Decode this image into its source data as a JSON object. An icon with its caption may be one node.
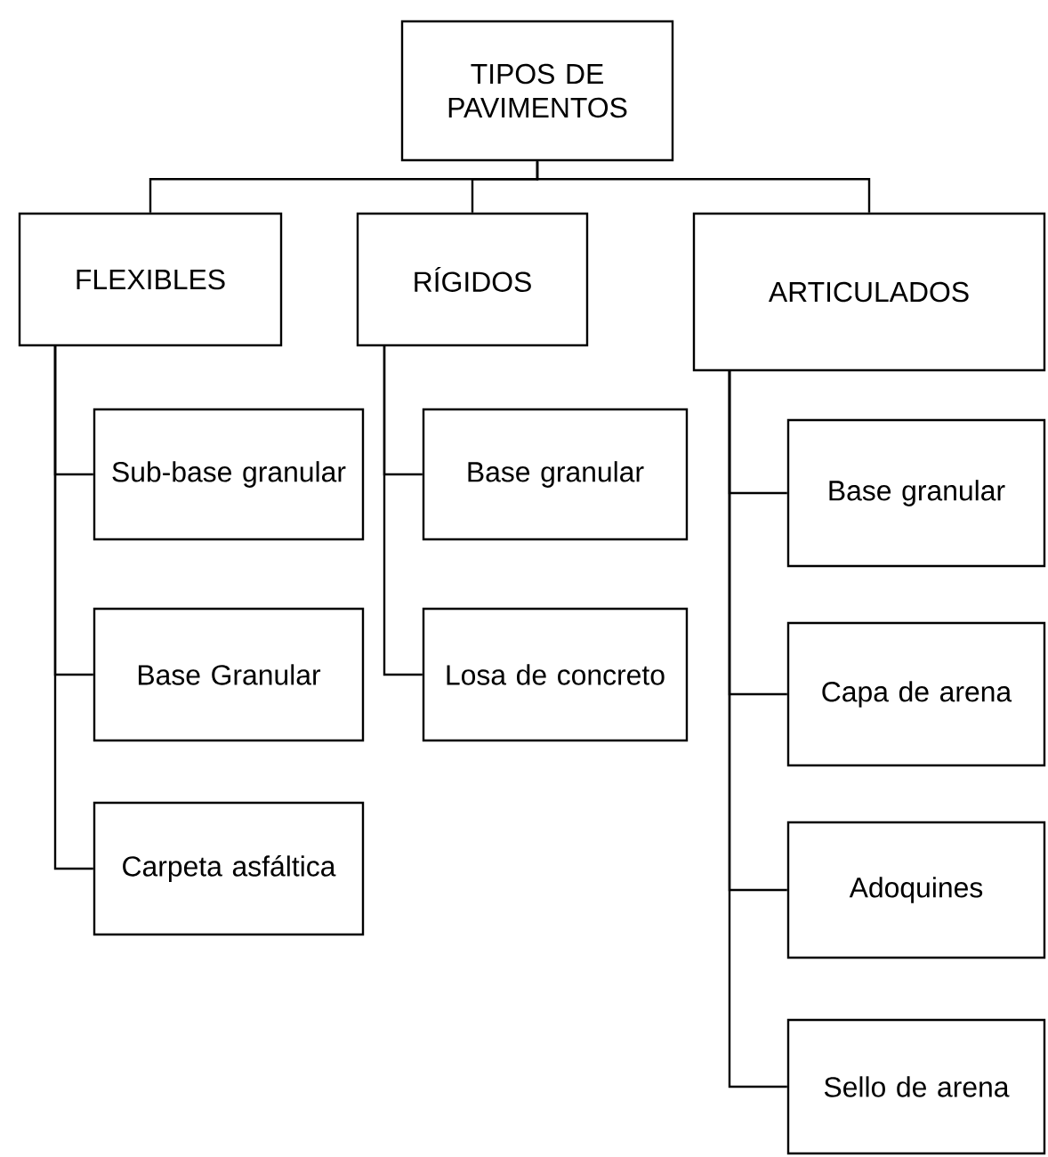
{
  "diagram": {
    "nodes": [
      {
        "text": [
          "TIPOS DE PAVIMENTOS"
        ]
      },
      {
        "text": [
          "FLEXIBLES"
        ]
      },
      {
        "text": [
          "RÍGIDOS"
        ]
      },
      {
        "text": [
          "ARTICULADOS"
        ]
      },
      {
        "text": [
          "Sub-base granular"
        ]
      },
      {
        "text": [
          "Base Granular"
        ]
      },
      {
        "text": [
          "Carpeta asfáltica"
        ]
      },
      {
        "text": [
          "Base granular"
        ]
      },
      {
        "text": [
          "Losa de concreto"
        ]
      },
      {
        "text": [
          "Base granular"
        ]
      },
      {
        "text": [
          "Capa de arena"
        ]
      },
      {
        "text": [
          "Adoquines"
        ]
      },
      {
        "text": [
          "Sello de arena"
        ]
      }
    ],
    "edges": [
      {
        "from": 0,
        "to": 1,
        "arrow": "none"
      },
      {
        "from": 0,
        "to": 2,
        "arrow": "none"
      },
      {
        "from": 0,
        "to": 3,
        "arrow": "none"
      },
      {
        "from": 1,
        "to": 4,
        "arrow": "none"
      },
      {
        "from": 1,
        "to": 5,
        "arrow": "none"
      },
      {
        "from": 1,
        "to": 6,
        "arrow": "none"
      },
      {
        "from": 2,
        "to": 7,
        "arrow": "none"
      },
      {
        "from": 2,
        "to": 8,
        "arrow": "none"
      },
      {
        "from": 3,
        "to": 9,
        "arrow": "none"
      },
      {
        "from": 3,
        "to": 10,
        "arrow": "none"
      },
      {
        "from": 3,
        "to": 11,
        "arrow": "none"
      },
      {
        "from": 3,
        "to": 12,
        "arrow": "none"
      }
    ]
  }
}
